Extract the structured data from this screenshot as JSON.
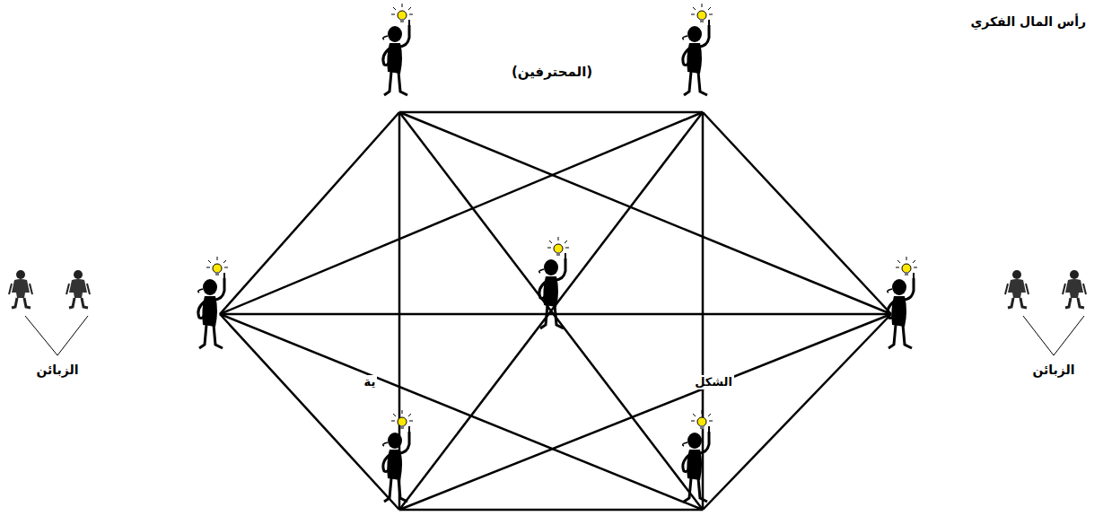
{
  "diagram": {
    "title": "رأس المال الفكري",
    "labels": [
      "(المحترفين)",
      "الزبائن",
      "الزبائن",
      "ية",
      "الشكل"
    ]
  }
}
